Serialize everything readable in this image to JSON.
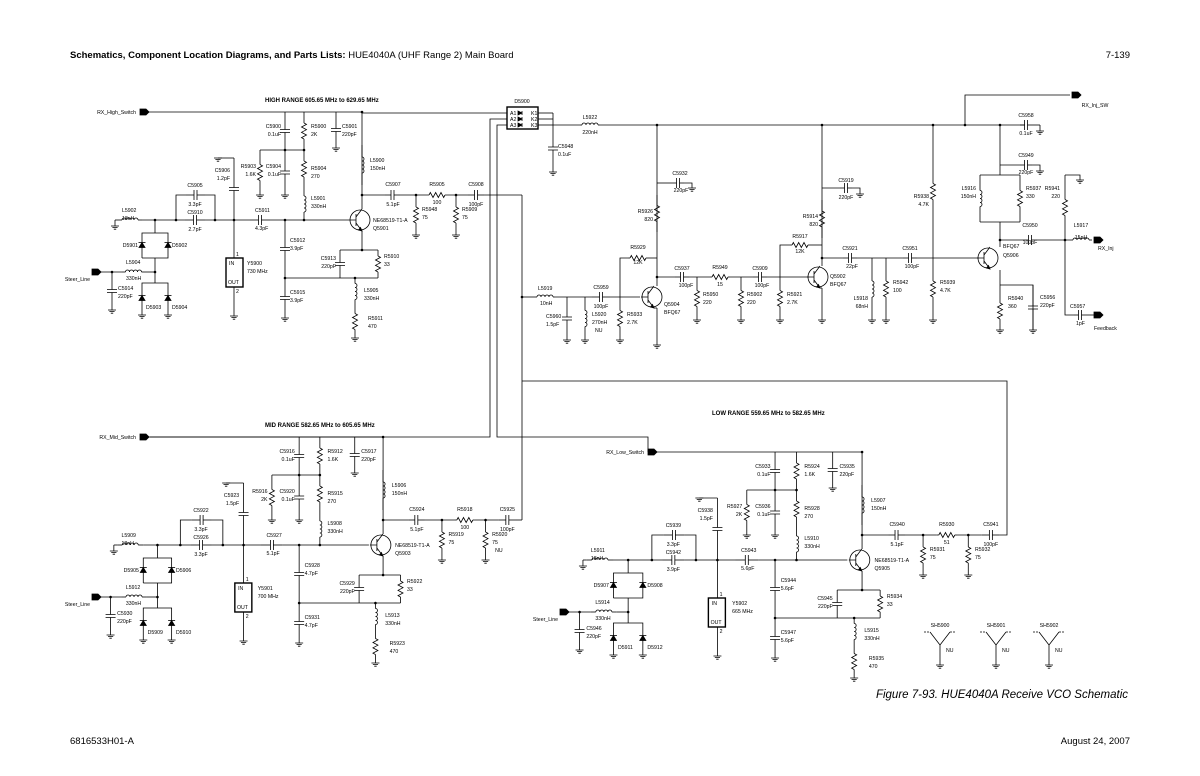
{
  "header": {
    "prefix": "Schematics, Component Location Diagrams, and Parts Lists:",
    "title": " HUE4040A (UHF Range 2) Main Board",
    "page": "7-139"
  },
  "footer": {
    "doc_number": "6816533H01-A",
    "date": "August 24, 2007"
  },
  "caption": "Figure 7-93. HUE4040A Receive VCO Schematic",
  "pin_labels": {
    "in": "IN",
    "out": "OUT",
    "pin1": "1",
    "pin2": "2"
  },
  "stages": [
    {
      "title": "HIGH RANGE  605.65 MHz to 629.65 MHz",
      "switch_label": "RX_High_Switch",
      "steer_label": "Steer_Line",
      "parts": {
        "Cbyp1": {
          "ref": "C5900",
          "value": "0.1uF"
        },
        "Rtop": {
          "ref": "R5900",
          "value": "2K"
        },
        "Cbus": {
          "ref": "C5901",
          "value": "220pF"
        },
        "Rbias": {
          "ref": "R5903",
          "value": "1.6K"
        },
        "Cbyp2": {
          "ref": "C5904",
          "value": "0.1uF"
        },
        "Rmid": {
          "ref": "R5904",
          "value": "270"
        },
        "Lb": {
          "ref": "L5901",
          "value": "330nH"
        },
        "Lin": {
          "ref": "L5902",
          "value": "18nH"
        },
        "Cfb": {
          "ref": "C5905",
          "value": "3.3pF"
        },
        "Cser": {
          "ref": "C5910",
          "value": "2.7pF"
        },
        "Cres": {
          "ref": "C5906",
          "value": "1.2pF"
        },
        "Y": {
          "ref": "Y5900",
          "value": "730 MHz"
        },
        "Ccoup": {
          "ref": "C5911",
          "value": "4.3pF"
        },
        "D1": {
          "ref": "D5901"
        },
        "D2": {
          "ref": "D5902"
        },
        "Lsteer": {
          "ref": "L5904",
          "value": "330nH"
        },
        "Csteer": {
          "ref": "C5914",
          "value": "220pF"
        },
        "D3": {
          "ref": "D5903"
        },
        "D4": {
          "ref": "D5904"
        },
        "Cbe": {
          "ref": "C5912",
          "value": "3.9pF"
        },
        "Cbe2": {
          "ref": "C5915",
          "value": "3.9pF"
        },
        "Q": {
          "ref": "Q5901",
          "value": "NE68519-T1-A"
        },
        "Lc": {
          "ref": "L5900",
          "value": "150nH"
        },
        "Ce": {
          "ref": "C5913",
          "value": "220pF"
        },
        "Re": {
          "ref": "R5910",
          "value": "33"
        },
        "Le": {
          "ref": "L5905",
          "value": "330nH"
        },
        "Re2": {
          "ref": "R5911",
          "value": "470"
        },
        "Cout1": {
          "ref": "C5907",
          "value": "5.1pF"
        },
        "Rsh1": {
          "ref": "R5948",
          "value": "75"
        },
        "Rser": {
          "ref": "R5905",
          "value": "100"
        },
        "Rsh2": {
          "ref": "R5909",
          "value": "75"
        },
        "Cout2": {
          "ref": "C5908",
          "value": "100pF"
        }
      }
    },
    {
      "title": "MID RANGE  582.65 MHz to 605.65 MHz",
      "switch_label": "RX_Mid_Switch",
      "steer_label": "Steer_Line",
      "parts": {
        "Cbyp1": {
          "ref": "C5916",
          "value": "0.1uF"
        },
        "Rtop": {
          "ref": "R5912",
          "value": "1.6K"
        },
        "Cbus": {
          "ref": "C5917",
          "value": "220pF"
        },
        "Rbias": {
          "ref": "R5916",
          "value": "2K"
        },
        "Cbyp2": {
          "ref": "C5920",
          "value": "0.1uF"
        },
        "Rmid": {
          "ref": "R5915",
          "value": "270"
        },
        "Lb": {
          "ref": "L5908",
          "value": "330nH"
        },
        "Lin": {
          "ref": "L5909",
          "value": "18nH"
        },
        "Cfb": {
          "ref": "C5922",
          "value": "3.3pF"
        },
        "Cser": {
          "ref": "C5926",
          "value": "3.3pF"
        },
        "Cres": {
          "ref": "C5923",
          "value": "1.5pF"
        },
        "Y": {
          "ref": "Y5901",
          "value": "700 MHz"
        },
        "Ccoup": {
          "ref": "C5927",
          "value": "5.1pF"
        },
        "D1": {
          "ref": "D5905"
        },
        "D2": {
          "ref": "D5906"
        },
        "Lsteer": {
          "ref": "L5912",
          "value": "330nH"
        },
        "Csteer": {
          "ref": "C5930",
          "value": "220pF"
        },
        "D3": {
          "ref": "D5909"
        },
        "D4": {
          "ref": "D5910"
        },
        "Cbe": {
          "ref": "C5928",
          "value": "4.7pF"
        },
        "Cbe2": {
          "ref": "C5931",
          "value": "4.7pF"
        },
        "Q": {
          "ref": "Q5903",
          "value": "NE68519-T1-A"
        },
        "Lc": {
          "ref": "L5906",
          "value": "150nH"
        },
        "Ce": {
          "ref": "C5929",
          "value": "220pF"
        },
        "Re": {
          "ref": "R5922",
          "value": "33"
        },
        "Le": {
          "ref": "L5913",
          "value": "330nH"
        },
        "Re2": {
          "ref": "R5923",
          "value": "470"
        },
        "Cout1": {
          "ref": "C5924",
          "value": "5.1pF"
        },
        "Rsh1": {
          "ref": "R5919",
          "value": "75"
        },
        "Rser": {
          "ref": "R5918",
          "value": "100"
        },
        "Rsh2": {
          "ref": "R5920",
          "value": "75",
          "note": "NU"
        },
        "Cout2": {
          "ref": "C5925",
          "value": "100pF"
        }
      }
    },
    {
      "title": "LOW RANGE  559.65 MHz to 582.65 MHz",
      "switch_label": "RX_Low_Switch",
      "steer_label": "Steer_Line",
      "parts": {
        "Cbyp1": {
          "ref": "C5933",
          "value": "0.1uF"
        },
        "Rtop": {
          "ref": "R5924",
          "value": "1.6K"
        },
        "Cbus": {
          "ref": "C5935",
          "value": "220pF"
        },
        "Rbias": {
          "ref": "R5927",
          "value": "2K"
        },
        "Cbyp2": {
          "ref": "C5936",
          "value": "0.1uF"
        },
        "Rmid": {
          "ref": "R5928",
          "value": "270"
        },
        "Lb": {
          "ref": "L5910",
          "value": "330nH"
        },
        "Lin": {
          "ref": "L5911",
          "value": "18nH"
        },
        "Cfb": {
          "ref": "C5939",
          "value": "3.3pF"
        },
        "Cser": {
          "ref": "C5942",
          "value": "3.9pF"
        },
        "Cres": {
          "ref": "C5938",
          "value": "1.5pF"
        },
        "Y": {
          "ref": "Y5902",
          "value": "665 MHz"
        },
        "Ccoup": {
          "ref": "C5943",
          "value": "5.6pF"
        },
        "D1": {
          "ref": "D5907"
        },
        "D2": {
          "ref": "D5908"
        },
        "Lsteer": {
          "ref": "L5914",
          "value": "330nH"
        },
        "Csteer": {
          "ref": "C5946",
          "value": "220pF"
        },
        "D3": {
          "ref": "D5911"
        },
        "D4": {
          "ref": "D5912"
        },
        "Cbe": {
          "ref": "C5944",
          "value": "5.6pF"
        },
        "Cbe2": {
          "ref": "C5947",
          "value": "5.6pF"
        },
        "Q": {
          "ref": "Q5905",
          "value": "NE68519-T1-A"
        },
        "Lc": {
          "ref": "L5907",
          "value": "150nH"
        },
        "Ce": {
          "ref": "C5945",
          "value": "220pF"
        },
        "Re": {
          "ref": "R5934",
          "value": "33"
        },
        "Le": {
          "ref": "L5915",
          "value": "330nH"
        },
        "Re2": {
          "ref": "R5935",
          "value": "470"
        },
        "Cout1": {
          "ref": "C5940",
          "value": "5.1pF"
        },
        "Rsh1": {
          "ref": "R5931",
          "value": "75"
        },
        "Rser": {
          "ref": "R5930",
          "value": "51"
        },
        "Rsh2": {
          "ref": "R5932",
          "value": "75"
        },
        "Cout2": {
          "ref": "C5941",
          "value": "100pF"
        }
      }
    }
  ],
  "switch_diode": {
    "ref": "D5900",
    "pins_a": [
      "A1",
      "A2",
      "A3"
    ],
    "pins_k": [
      "K1",
      "K2",
      "K3"
    ]
  },
  "amplifier": {
    "ports": {
      "inj_sw": "RX_Inj_SW",
      "inj": "RX_Inj",
      "feedback": "Feedback"
    },
    "parts": {
      "C5948": {
        "ref": "C5948",
        "value": "0.1uF"
      },
      "L5922": {
        "ref": "L5922",
        "value": "220nH"
      },
      "C5958": {
        "ref": "C5958",
        "value": "0.1uF"
      },
      "C5932": {
        "ref": "C5932",
        "value": "220pF"
      },
      "R5926": {
        "ref": "R5926",
        "value": "820"
      },
      "R5929": {
        "ref": "R5929",
        "value": "12K"
      },
      "Q5904": {
        "ref": "Q5904",
        "value": "BFQ67"
      },
      "C5937": {
        "ref": "C5937",
        "value": "100pF"
      },
      "R5950": {
        "ref": "R5950",
        "value": "220"
      },
      "R5949": {
        "ref": "R5949",
        "value": "15"
      },
      "R5902": {
        "ref": "R5902",
        "value": "220"
      },
      "C5909": {
        "ref": "C5909",
        "value": "100pF"
      },
      "R5921": {
        "ref": "R5921",
        "value": "2.7K"
      },
      "Q5902": {
        "ref": "Q5902",
        "value": "BFQ67"
      },
      "R5917": {
        "ref": "R5917",
        "value": "12K"
      },
      "C5919": {
        "ref": "C5919",
        "value": "220pF"
      },
      "R5914": {
        "ref": "R5914",
        "value": "820"
      },
      "C5921": {
        "ref": "C5921",
        "value": "22pF"
      },
      "L5918": {
        "ref": "L5918",
        "value": "68nH"
      },
      "R5942": {
        "ref": "R5942",
        "value": "100"
      },
      "C5951": {
        "ref": "C5951",
        "value": "100pF"
      },
      "R5938": {
        "ref": "R5938",
        "value": "4.7K"
      },
      "R5939": {
        "ref": "R5939",
        "value": "4.7K"
      },
      "Q5906": {
        "ref": "Q5906",
        "value": "BFQ67"
      },
      "C5949": {
        "ref": "C5949",
        "value": "220pF"
      },
      "L5916": {
        "ref": "L5916",
        "value": "150nH"
      },
      "R5937": {
        "ref": "R5937",
        "value": "330"
      },
      "C5950": {
        "ref": "C5950",
        "value": "100pF"
      },
      "L5917": {
        "ref": "L5917",
        "value": "15nH"
      },
      "R5941": {
        "ref": "R5941",
        "value": "220"
      },
      "C5957": {
        "ref": "C5957",
        "value": "1pF"
      },
      "R5940": {
        "ref": "R5940",
        "value": "360"
      },
      "C5956": {
        "ref": "C5956",
        "value": "220pF"
      },
      "L5919": {
        "ref": "L5919",
        "value": "10nH"
      },
      "C5960": {
        "ref": "C5960",
        "value": "1.5pF"
      },
      "L5920": {
        "ref": "L5920",
        "value": "270nH",
        "note": "NU"
      },
      "C5959": {
        "ref": "C5959",
        "value": "100pF"
      },
      "R5933": {
        "ref": "R5933",
        "value": "2.7K"
      }
    }
  },
  "shields": [
    {
      "ref": "SH5900",
      "value": "NU"
    },
    {
      "ref": "SH5901",
      "value": "NU"
    },
    {
      "ref": "SH5902",
      "value": "NU"
    }
  ]
}
